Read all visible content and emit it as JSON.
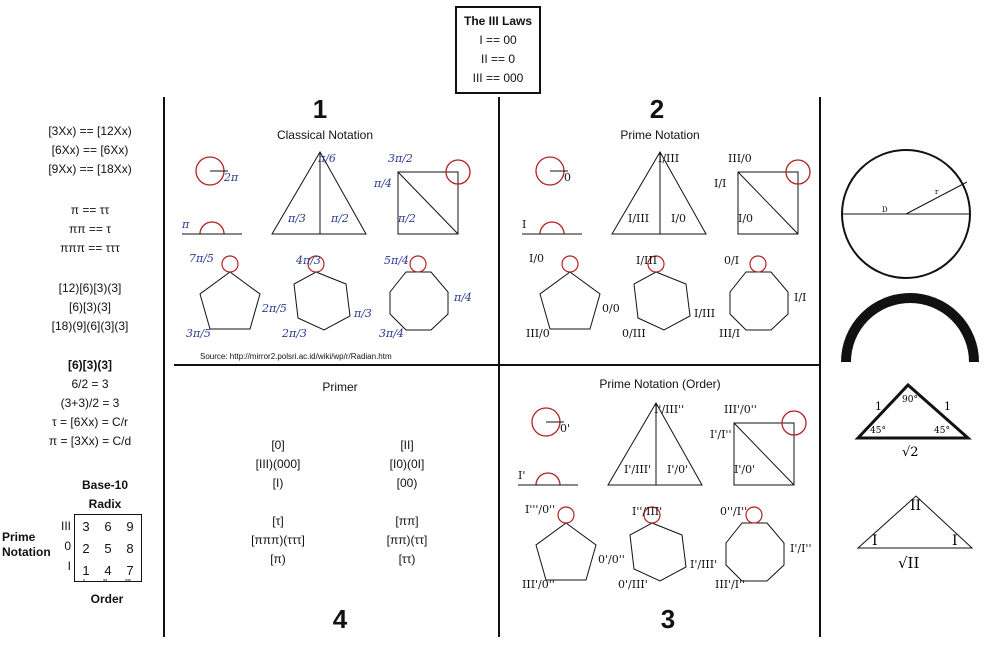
{
  "laws": {
    "title": "The III Laws",
    "lines": [
      "I == 00",
      "II == 0",
      "III == 000"
    ]
  },
  "left": {
    "block1": [
      "[3Xx) == [12Xx)",
      "[6Xx) == [6Xx)",
      "[9Xx) == [18Xx)"
    ],
    "block2": [
      "π == ττ",
      "ππ == τ",
      "πππ == τττ"
    ],
    "block3": [
      "[12)[6)[3)(3]",
      "[6)[3)(3]",
      "[18)(9](6](3](3]"
    ],
    "block4_title": "[6)[3)(3]",
    "block4": [
      "6/2 = 3",
      "(3+3)/2 = 3",
      "τ = [6Xx) = C/r",
      "π = [3Xx) = C/d"
    ]
  },
  "radix": {
    "title1": "Base-10",
    "title2": "Radix",
    "side1": "Prime",
    "side2": "Notation",
    "row_labels": [
      "III",
      "0",
      "I"
    ],
    "rows": [
      [
        "3",
        "6",
        "9"
      ],
      [
        "2",
        "5",
        "8"
      ],
      [
        "1",
        "4",
        "7"
      ]
    ],
    "col_marks": [
      "'",
      "''",
      "'''"
    ],
    "footer": "Order"
  },
  "panels": {
    "p1": {
      "number": "1",
      "title": "Classical Notation"
    },
    "p2": {
      "number": "2",
      "title": "Prime Notation"
    },
    "p3": {
      "number": "3",
      "title": "Prime Notation (Order)"
    },
    "p4": {
      "number": "4",
      "title": "Primer"
    }
  },
  "source": "Source: http://mirror2.polsri.ac.id/wiki/wp/r/Radian.htm",
  "primer": {
    "col1": [
      "[0]",
      "[III)(000]",
      "[I)",
      "",
      "[τ]",
      "[πππ)(τττ]",
      "[π)"
    ],
    "col2": [
      "[II]",
      "[I0)(0I]",
      "[00)",
      "",
      "[ππ]",
      "[ππ)(ττ]",
      "[ττ)"
    ]
  },
  "labels_p1": {
    "a": "2π",
    "b": "π",
    "c": "π/6",
    "d": "π/3",
    "e": "π/2",
    "f": "3π/2",
    "g": "π/4",
    "h": "π/2",
    "i": "7π/5",
    "j": "2π/5",
    "k": "3π/5",
    "l": "4π/3",
    "m": "π/3",
    "n": "2π/3",
    "o": "5π/4",
    "p": "π/4",
    "q": "3π/4"
  },
  "labels_p2": {
    "a": "0",
    "b": "I",
    "c": "I/III",
    "d": "I/III",
    "e": "I/0",
    "f": "III/0",
    "g": "I/I",
    "h": "I/0",
    "i": "I/0",
    "j": "0/0",
    "k": "III/0",
    "l": "I/III",
    "m": "I/III",
    "n": "0/III",
    "o": "0/I",
    "p": "I/I",
    "q": "III/I"
  },
  "labels_p3": {
    "a": "0'",
    "b": "I'",
    "c": "I'/III''",
    "d": "I'/III'",
    "e": "I'/0'",
    "f": "III'/0''",
    "g": "I'/I''",
    "h": "I'/0'",
    "i": "I'''/0''",
    "j": "0'/0''",
    "k": "III'/0''",
    "l": "I''/III'",
    "m": "I'/III'",
    "n": "0'/III'",
    "o": "0''/I''",
    "p": "I'/I''",
    "q": "III'/I''"
  },
  "right": {
    "circle_d": "D",
    "circle_r": "r",
    "tri1_a": "1",
    "tri1_b": "1",
    "tri1_top": "90°",
    "tri1_l": "45°",
    "tri1_r": "45°",
    "tri1_base": "√2",
    "tri2_top": "II",
    "tri2_l": "I",
    "tri2_r": "I",
    "tri2_base": "√II"
  },
  "colors": {
    "accent": "#b22222",
    "blue": "#2b3a8f",
    "line": "#111111"
  }
}
